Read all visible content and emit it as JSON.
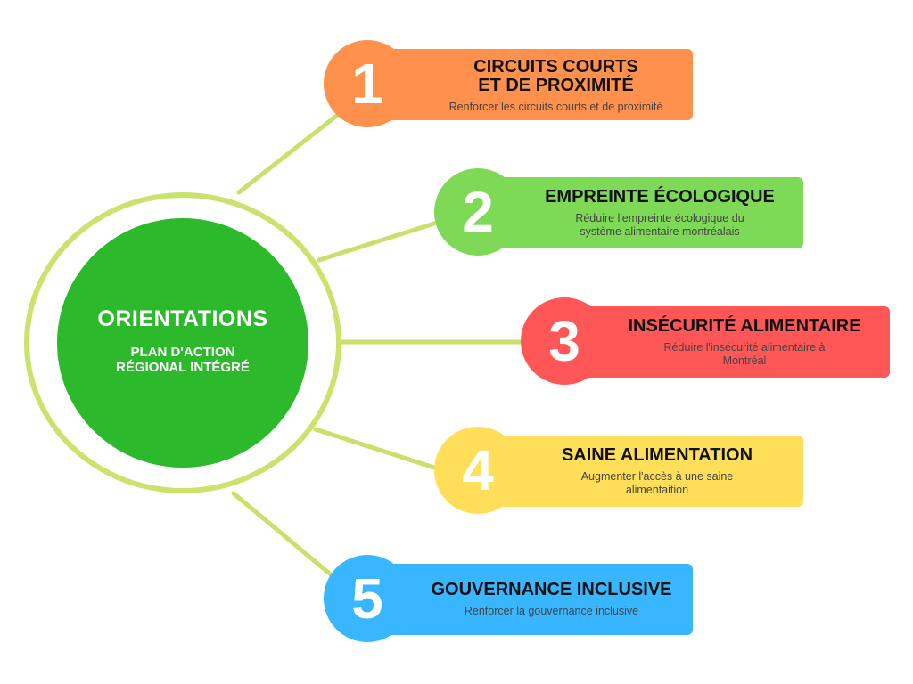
{
  "hub": {
    "title": "ORIENTATIONS",
    "subtitle": "PLAN D'ACTION\nRÉGIONAL INTÉGRÉ",
    "core_color": "#2db92c",
    "ring_color": "#cbe26c"
  },
  "connector_color": "#c9e06a",
  "orientations": [
    {
      "number": "1",
      "title": "CIRCUITS COURTS\nET DE PROXIMITÉ",
      "description": "Renforcer les circuits courts et de proximité",
      "color": "#ff914d"
    },
    {
      "number": "2",
      "title": "EMPREINTE ÉCOLOGIQUE",
      "description": "Réduire l'empreinte écologique du\nsystème alimentaire montréalais",
      "color": "#7ed957"
    },
    {
      "number": "3",
      "title": "INSÉCURITÉ ALIMENTAIRE",
      "description": "Réduire l'insécurité alimentaire à\nMontréal",
      "color": "#ff5757"
    },
    {
      "number": "4",
      "title": "SAINE ALIMENTATION",
      "description": "Augmenter l'accès à une saine\nalimentaition",
      "color": "#ffde59"
    },
    {
      "number": "5",
      "title": "GOUVERNANCE INCLUSIVE",
      "description": "Renforcer la gouvernance inclusive",
      "color": "#38b6ff"
    }
  ]
}
